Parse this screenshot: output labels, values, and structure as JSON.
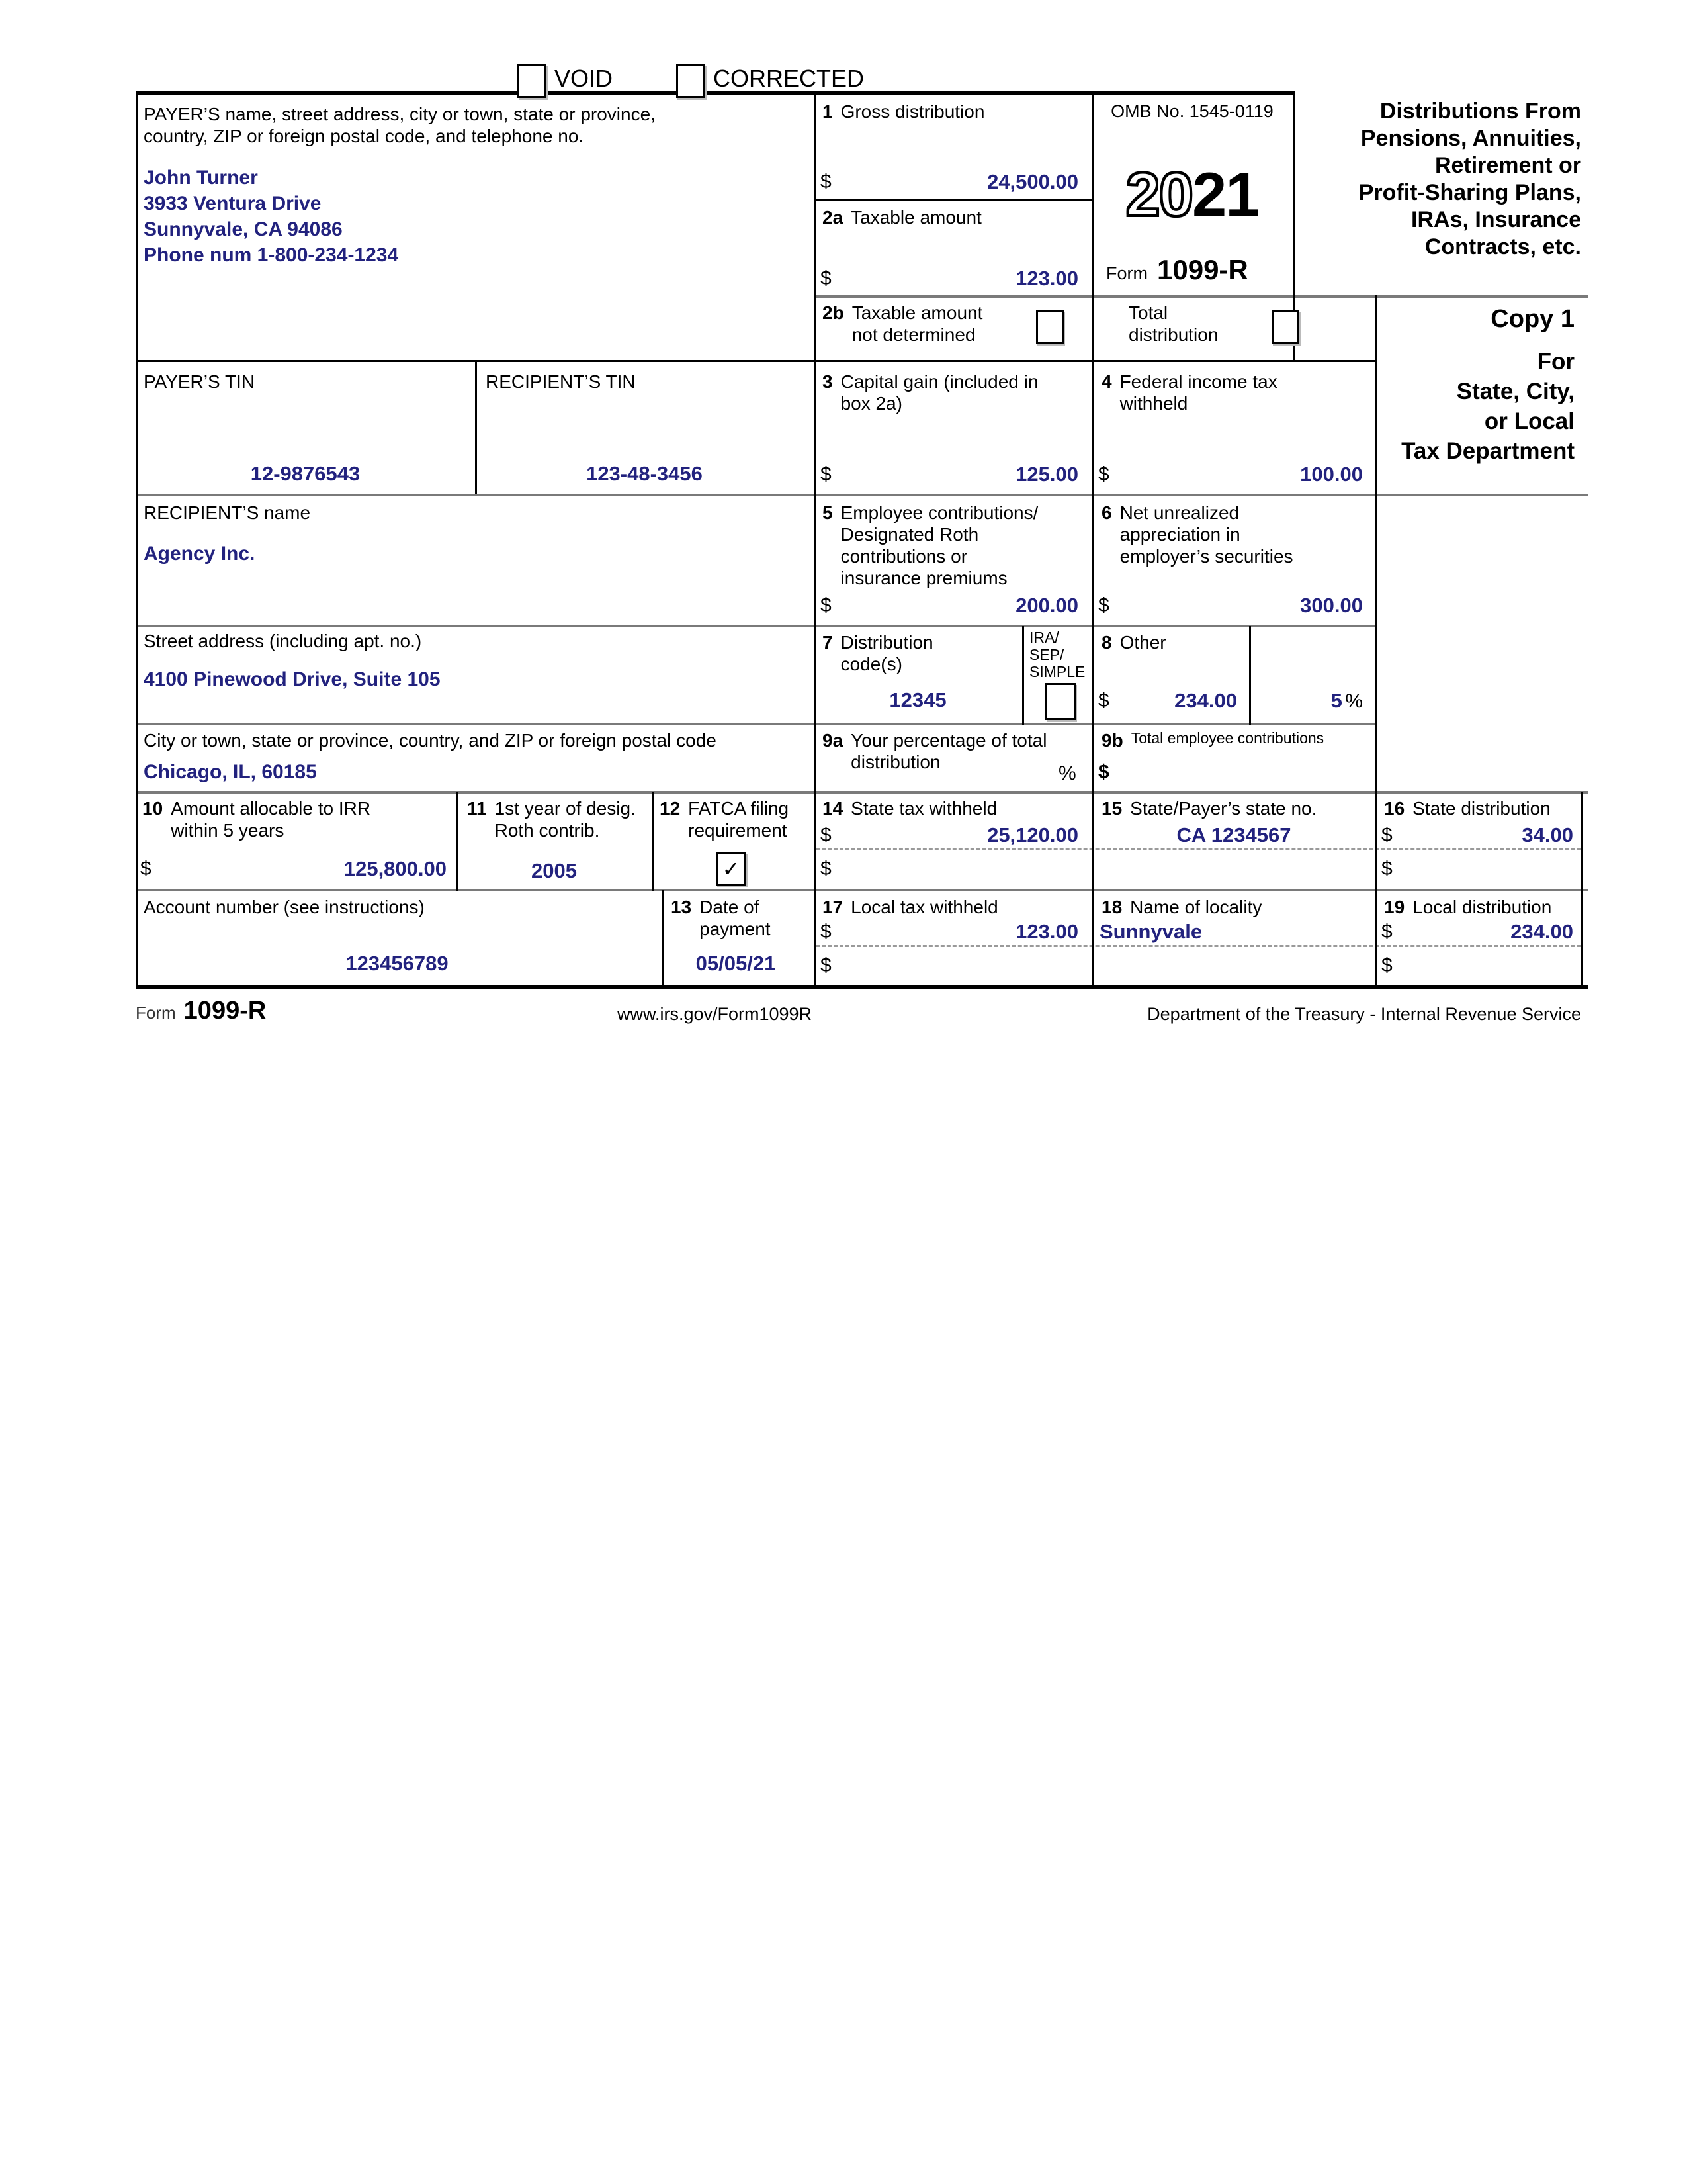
{
  "colors": {
    "value_ink": "#22227e"
  },
  "symbols": {
    "dollar": "$",
    "percent": "%"
  },
  "header": {
    "void": "VOID",
    "corrected": "CORRECTED",
    "omb": "OMB No. 1545-0119",
    "year_outline": "20",
    "year_bold": "21",
    "form_word": "Form",
    "form_number": "1099-R",
    "title": "Distributions From\nPensions, Annuities,\nRetirement or\nProfit-Sharing Plans,\nIRAs, Insurance\nContracts, etc.",
    "copy": "Copy 1",
    "copy_for": "For\nState, City,\nor Local\nTax Department"
  },
  "payer": {
    "label": "PAYER’S name, street address, city or town, state or province,\ncountry, ZIP or foreign postal code, and telephone no.",
    "name": "John Turner",
    "street": "3933 Ventura Drive",
    "city": "Sunnyvale, CA 94086",
    "phone": "Phone num 1-800-234-1234",
    "tin_label": "PAYER’S TIN",
    "tin": "12-9876543"
  },
  "recipient": {
    "tin_label": "RECIPIENT’S TIN",
    "tin": "123-48-3456",
    "name_label": "RECIPIENT’S name",
    "name": "Agency Inc.",
    "street_label": "Street address (including apt. no.)",
    "street": "4100 Pinewood Drive, Suite 105",
    "city_label": "City or town, state or province, country, and ZIP or foreign postal code",
    "city": "Chicago, IL, 60185"
  },
  "boxes": {
    "b1": {
      "num": "1",
      "label": "Gross distribution",
      "value": "24,500.00"
    },
    "b2a": {
      "num": "2a",
      "label": "Taxable amount",
      "value": "123.00"
    },
    "b2b": {
      "num": "2b",
      "label1": "Taxable amount\nnot determined",
      "label2": "Total\ndistribution",
      "check1": "",
      "check2": ""
    },
    "b3": {
      "num": "3",
      "label": "Capital gain (included in\nbox 2a)",
      "value": "125.00"
    },
    "b4": {
      "num": "4",
      "label": "Federal income tax\nwithheld",
      "value": "100.00"
    },
    "b5": {
      "num": "5",
      "label": "Employee contributions/\nDesignated Roth\ncontributions or\ninsurance premiums",
      "value": "200.00"
    },
    "b6": {
      "num": "6",
      "label": "Net unrealized\nappreciation in\nemployer’s securities",
      "value": "300.00"
    },
    "b7": {
      "num": "7",
      "label": "Distribution\ncode(s)",
      "value": "12345",
      "ira_label": "IRA/\nSEP/\nSIMPLE",
      "ira_check": ""
    },
    "b8": {
      "num": "8",
      "label": "Other",
      "value": "234.00",
      "pct": "5"
    },
    "b9a": {
      "num": "9a",
      "label": "Your percentage of total\ndistribution"
    },
    "b9b": {
      "num": "9b",
      "label": "Total employee contributions"
    },
    "b10": {
      "num": "10",
      "label": "Amount allocable to IRR\nwithin 5 years",
      "value": "125,800.00"
    },
    "b11": {
      "num": "11",
      "label": "1st year of desig.\nRoth contrib.",
      "value": "2005"
    },
    "b12": {
      "num": "12",
      "label": "FATCA filing\nrequirement",
      "check": "✓"
    },
    "b13": {
      "num": "13",
      "label": "Date of\npayment",
      "value": "05/05/21"
    },
    "b14": {
      "num": "14",
      "label": "State tax withheld",
      "value": "25,120.00"
    },
    "b15": {
      "num": "15",
      "label": "State/Payer’s state no.",
      "value": "CA 1234567"
    },
    "b16": {
      "num": "16",
      "label": "State distribution",
      "value": "34.00"
    },
    "b17": {
      "num": "17",
      "label": "Local tax withheld",
      "value": "123.00"
    },
    "b18": {
      "num": "18",
      "label": "Name of locality",
      "value": "Sunnyvale"
    },
    "b19": {
      "num": "19",
      "label": "Local distribution",
      "value": "234.00"
    },
    "account": {
      "label": "Account number (see instructions)",
      "value": "123456789"
    }
  },
  "footer": {
    "form_word": "Form",
    "form_number": "1099-R",
    "url": "www.irs.gov/Form1099R",
    "agency": "Department of the Treasury - Internal Revenue Service"
  }
}
